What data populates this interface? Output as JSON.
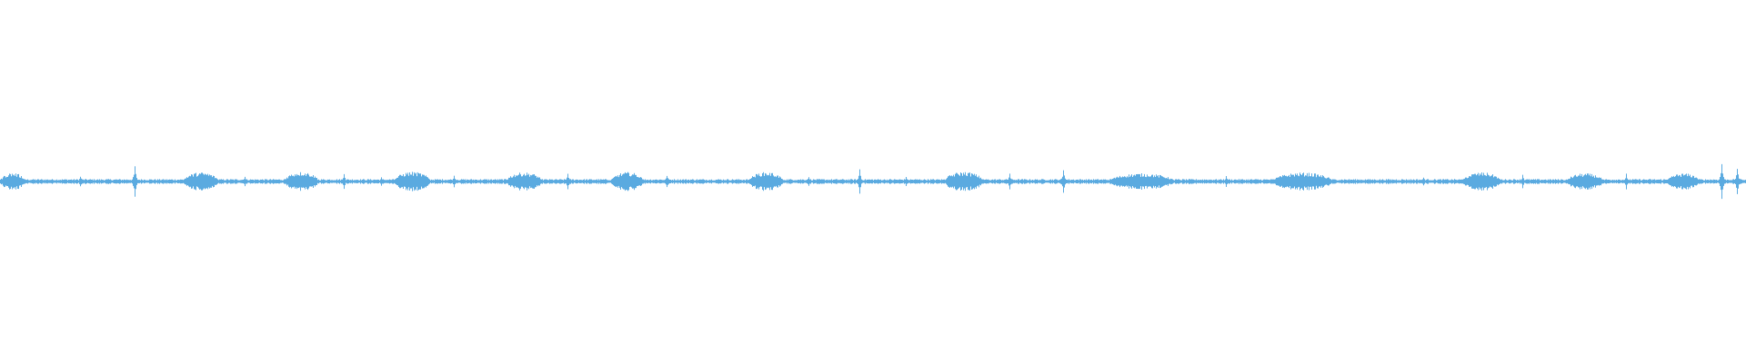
{
  "waveform": {
    "color": "#5aaae0",
    "background": "#ffffff",
    "segments": [
      {
        "start": 0.0,
        "end": 0.014,
        "amp": 0.32
      },
      {
        "start": 0.105,
        "end": 0.125,
        "amp": 0.34
      },
      {
        "start": 0.163,
        "end": 0.182,
        "amp": 0.36
      },
      {
        "start": 0.226,
        "end": 0.246,
        "amp": 0.36
      },
      {
        "start": 0.29,
        "end": 0.31,
        "amp": 0.34
      },
      {
        "start": 0.35,
        "end": 0.368,
        "amp": 0.35
      },
      {
        "start": 0.429,
        "end": 0.448,
        "amp": 0.35
      },
      {
        "start": 0.541,
        "end": 0.563,
        "amp": 0.36
      },
      {
        "start": 0.635,
        "end": 0.672,
        "amp": 0.3
      },
      {
        "start": 0.729,
        "end": 0.763,
        "amp": 0.33
      },
      {
        "start": 0.838,
        "end": 0.859,
        "amp": 0.34
      },
      {
        "start": 0.897,
        "end": 0.918,
        "amp": 0.3
      },
      {
        "start": 0.955,
        "end": 0.973,
        "amp": 0.3
      }
    ],
    "blips": [
      {
        "pos": 0.046,
        "amp": 0.22
      },
      {
        "pos": 0.077,
        "amp": 0.7
      },
      {
        "pos": 0.14,
        "amp": 0.22
      },
      {
        "pos": 0.197,
        "amp": 0.28
      },
      {
        "pos": 0.218,
        "amp": 0.18
      },
      {
        "pos": 0.26,
        "amp": 0.25
      },
      {
        "pos": 0.325,
        "amp": 0.32
      },
      {
        "pos": 0.382,
        "amp": 0.28
      },
      {
        "pos": 0.463,
        "amp": 0.2
      },
      {
        "pos": 0.492,
        "amp": 0.45
      },
      {
        "pos": 0.519,
        "amp": 0.18
      },
      {
        "pos": 0.578,
        "amp": 0.3
      },
      {
        "pos": 0.609,
        "amp": 0.45
      },
      {
        "pos": 0.702,
        "amp": 0.22
      },
      {
        "pos": 0.815,
        "amp": 0.18
      },
      {
        "pos": 0.872,
        "amp": 0.25
      },
      {
        "pos": 0.931,
        "amp": 0.3
      },
      {
        "pos": 0.986,
        "amp": 0.7
      },
      {
        "pos": 0.995,
        "amp": 0.55
      }
    ]
  }
}
